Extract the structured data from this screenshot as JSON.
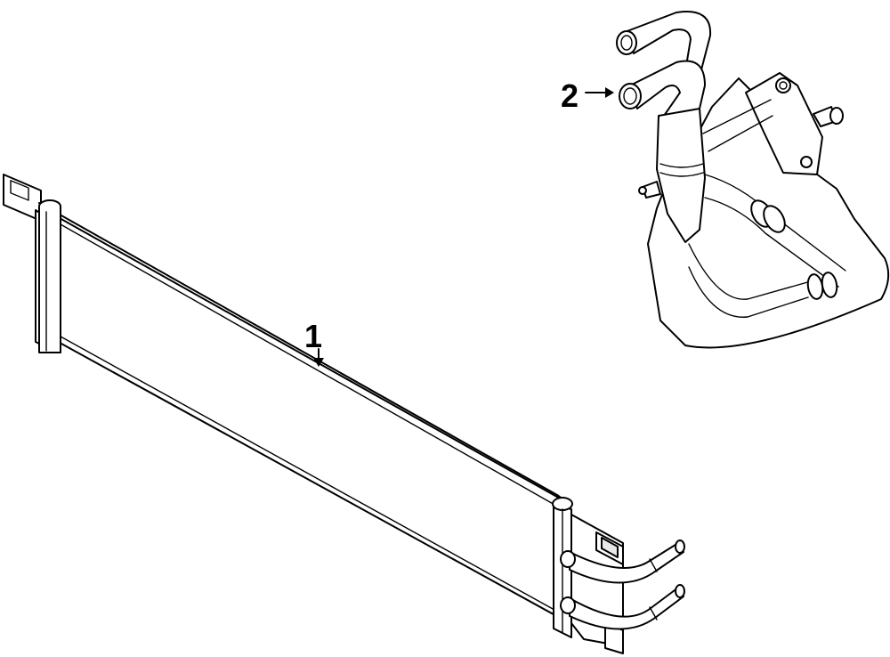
{
  "callouts": [
    {
      "id": "part-1",
      "label": "1"
    },
    {
      "id": "part-2",
      "label": "2"
    }
  ],
  "colors": {
    "line": "#000000",
    "background": "#ffffff",
    "shade": "#e8e8e8"
  }
}
